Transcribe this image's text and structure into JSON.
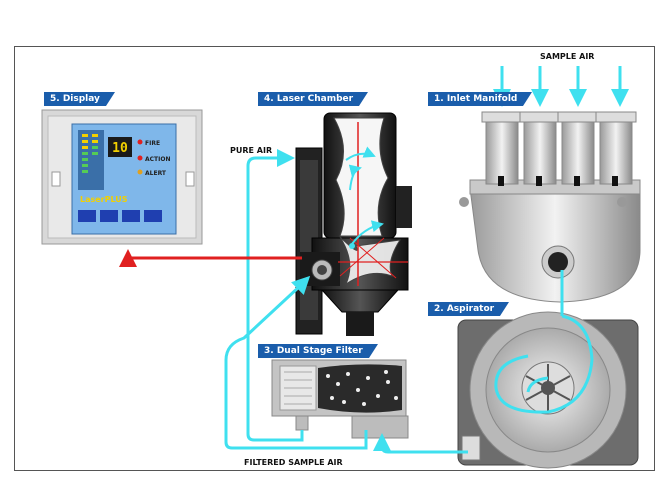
{
  "components": {
    "display": "5. Display",
    "laser_chamber": "4. Laser Chamber",
    "inlet_manifold": "1. Inlet Manifold",
    "aspirator": "2. Aspirator",
    "dual_stage_filter": "3. Dual Stage Filter"
  },
  "flows": {
    "sample_air": "SAMPLE AIR",
    "pure_air": "PURE AIR",
    "filtered_sample_air": "FILTERED SAMPLE AIR"
  },
  "display_panel": {
    "readout": "10",
    "indicators": [
      "FIRE",
      "ACTION",
      "ALERT"
    ],
    "brand": "LaserPLUS"
  },
  "colors": {
    "air_flow": "#3fe0ef",
    "signal": "#e02020",
    "label_bg": "#1a5dab"
  }
}
